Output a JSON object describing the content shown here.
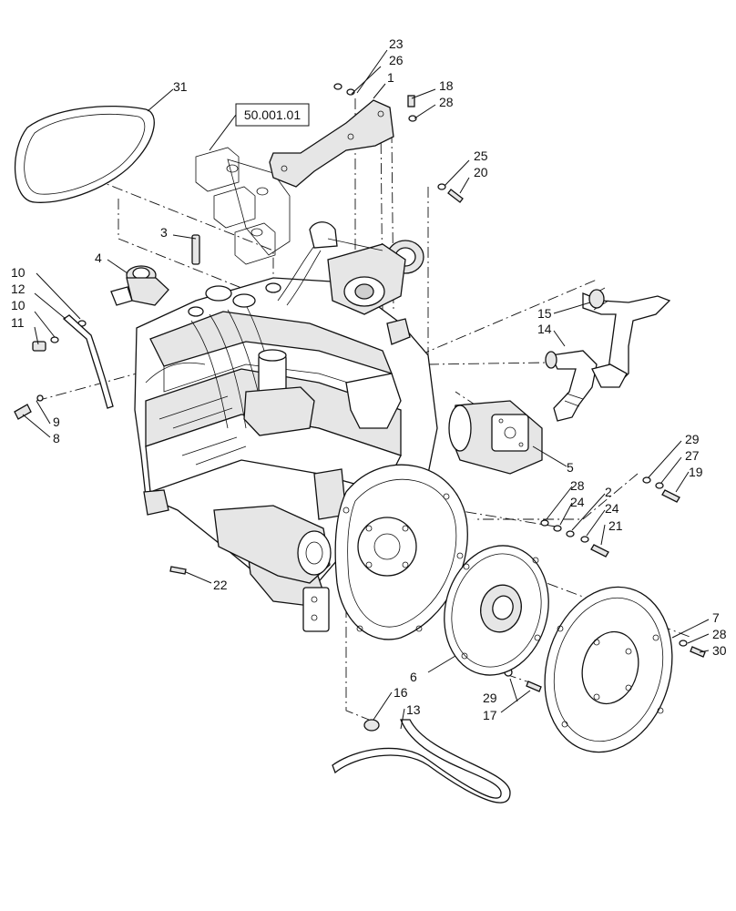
{
  "reference_box": "50.001.01",
  "callouts": {
    "c1": "1",
    "c2": "2",
    "c3": "3",
    "c4": "4",
    "c5": "5",
    "c6": "6",
    "c7": "7",
    "c8": "8",
    "c9": "9",
    "c10a": "10",
    "c10b": "10",
    "c11": "11",
    "c12": "12",
    "c13": "13",
    "c14": "14",
    "c15": "15",
    "c16": "16",
    "c17": "17",
    "c18": "18",
    "c19": "19",
    "c20": "20",
    "c21": "21",
    "c22": "22",
    "c23": "23",
    "c24a": "24",
    "c24b": "24",
    "c25": "25",
    "c26": "26",
    "c27": "27",
    "c28a": "28",
    "c28b": "28",
    "c28c": "28",
    "c29a": "29",
    "c29b": "29",
    "c30": "30",
    "c31": "31"
  }
}
